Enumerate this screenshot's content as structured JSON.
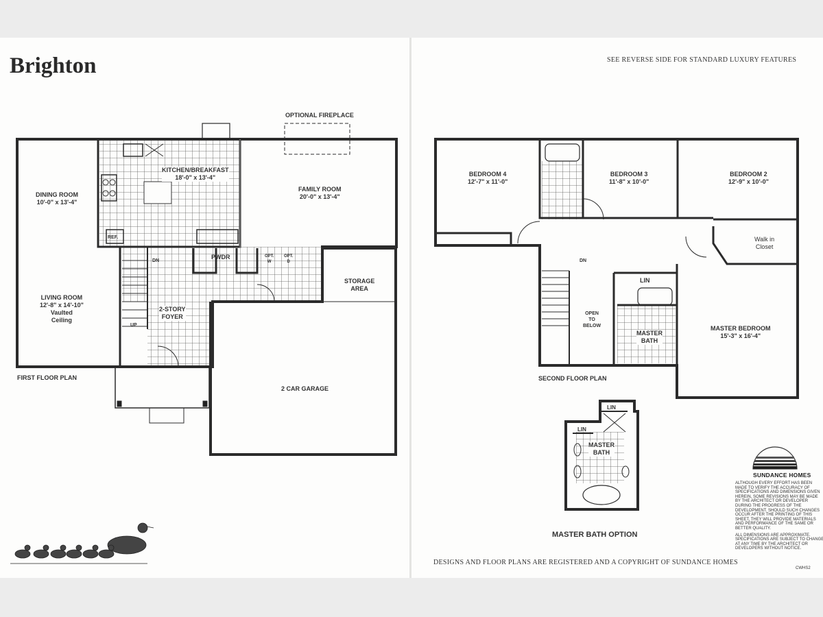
{
  "title": "Brighton",
  "header_note": "SEE REVERSE SIDE FOR STANDARD LUXURY FEATURES",
  "footer_note": "DESIGNS AND FLOOR PLANS ARE REGISTERED AND A COPYRIGHT OF SUNDANCE HOMES",
  "first_floor": {
    "label": "FIRST FLOOR PLAN",
    "optional_fireplace": "OPTIONAL FIREPLACE",
    "rooms": {
      "dining": {
        "name": "DINING ROOM",
        "size": "10'-0\" x 13'-4\""
      },
      "living": {
        "name": "LIVING ROOM",
        "size": "12'-8\" x 14'-10\"",
        "note1": "Vaulted",
        "note2": "Ceiling"
      },
      "kitchen": {
        "name": "KITCHEN/BREAKFAST",
        "size": "18'-0\" x 13'-4\""
      },
      "family": {
        "name": "FAMILY ROOM",
        "size": "20'-0\" x 13'-4\""
      },
      "foyer": {
        "name1": "2-STORY",
        "name2": "FOYER"
      },
      "storage": {
        "name1": "STORAGE",
        "name2": "AREA"
      },
      "garage": {
        "name": "2 CAR GARAGE"
      }
    },
    "ref": "REF.",
    "pwdr": "PWDR",
    "opt_w": [
      "OPT.",
      "W"
    ],
    "opt_d": [
      "OPT.",
      "D"
    ],
    "dn": "DN",
    "up": "UP"
  },
  "second_floor": {
    "label": "SECOND FLOOR PLAN",
    "rooms": {
      "bed4": {
        "name": "BEDROOM 4",
        "size": "12'-7\" x 11'-0\""
      },
      "bed3": {
        "name": "BEDROOM 3",
        "size": "11'-8\" x 10'-0\""
      },
      "bed2": {
        "name": "BEDROOM 2",
        "size": "12'-9\" x 10'-0\""
      },
      "closet": {
        "name1": "Walk in",
        "name2": "Closet"
      },
      "master": {
        "name": "MASTER BEDROOM",
        "size": "15'-3\" x 16'-4\""
      },
      "mbath": {
        "name1": "MASTER",
        "name2": "BATH"
      },
      "open": {
        "l1": "OPEN",
        "l2": "TO",
        "l3": "BELOW"
      }
    },
    "lin": "LIN",
    "dn": "DN"
  },
  "option": {
    "label": "MASTER BATH OPTION",
    "lin1": "LIN",
    "lin2": "LIN",
    "bath1": "MASTER",
    "bath2": "BATH"
  },
  "brand": {
    "name": "SUNDANCE HOMES",
    "disclaimer1": "ALTHOUGH EVERY EFFORT HAS BEEN MADE TO VERIFY THE ACCURACY OF SPECIFICATIONS AND DIMENSIONS GIVEN HEREIN, SOME REVISIONS MAY BE MADE BY THE ARCHITECT OR DEVELOPER DURING THE PROGRESS OF THE DEVELOPMENT. SHOULD SUCH CHANGES OCCUR AFTER THE PRINTING OF THIS SHEET, THEY WILL PROVIDE MATERIALS AND PERFORMANCE OF THE SAME OR BETTER QUALITY.",
    "disclaimer2": "ALL DIMENSIONS ARE APPROXIMATE. SPECIFICATIONS ARE SUBJECT TO CHANGE AT ANY TIME BY THE ARCHITECT OR DEVELOPERS WITHOUT NOTICE.",
    "code": "CWHS2"
  }
}
